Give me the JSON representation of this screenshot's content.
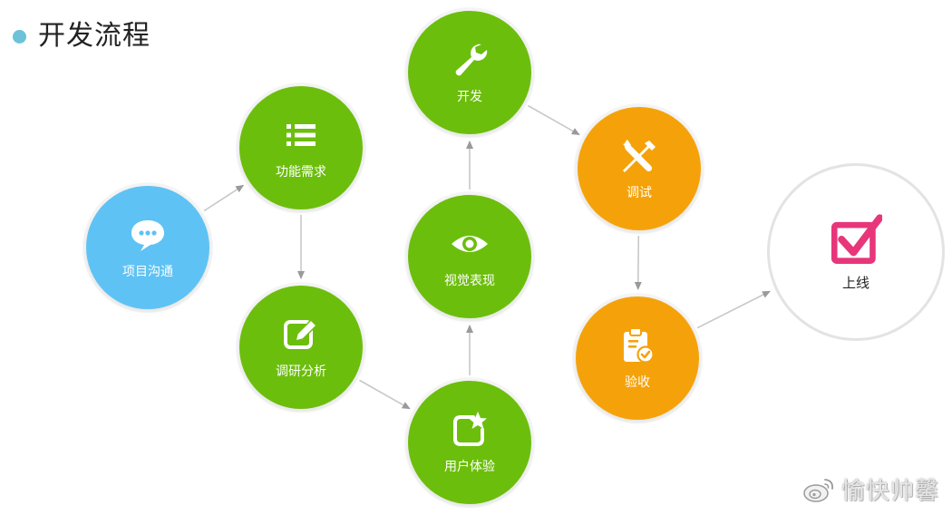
{
  "title": "开发流程",
  "colors": {
    "blue": "#5ec2f4",
    "green": "#6cbe0c",
    "orange": "#f5a20a",
    "check": "#e8367a",
    "arrow": "#c8c8c8"
  },
  "nodes": [
    {
      "id": "communication",
      "label": "项目沟通",
      "icon": "chat-bubble-icon",
      "color": "blue"
    },
    {
      "id": "requirements",
      "label": "功能需求",
      "icon": "list-icon",
      "color": "green"
    },
    {
      "id": "research",
      "label": "调研分析",
      "icon": "edit-icon",
      "color": "green"
    },
    {
      "id": "ux",
      "label": "用户体验",
      "icon": "star-box-icon",
      "color": "green"
    },
    {
      "id": "visual",
      "label": "视觉表现",
      "icon": "eye-icon",
      "color": "green"
    },
    {
      "id": "develop",
      "label": "开发",
      "icon": "wrench-icon",
      "color": "green"
    },
    {
      "id": "debug",
      "label": "调试",
      "icon": "tools-icon",
      "color": "orange"
    },
    {
      "id": "acceptance",
      "label": "验收",
      "icon": "clipboard-check-icon",
      "color": "orange"
    },
    {
      "id": "launch",
      "label": "上线",
      "icon": "checkbox-icon",
      "color": "white"
    }
  ],
  "edges": [
    [
      "communication",
      "requirements"
    ],
    [
      "requirements",
      "research"
    ],
    [
      "research",
      "ux"
    ],
    [
      "ux",
      "visual"
    ],
    [
      "visual",
      "develop"
    ],
    [
      "develop",
      "debug"
    ],
    [
      "debug",
      "acceptance"
    ],
    [
      "acceptance",
      "launch"
    ]
  ],
  "watermark": "愉快帅馨"
}
